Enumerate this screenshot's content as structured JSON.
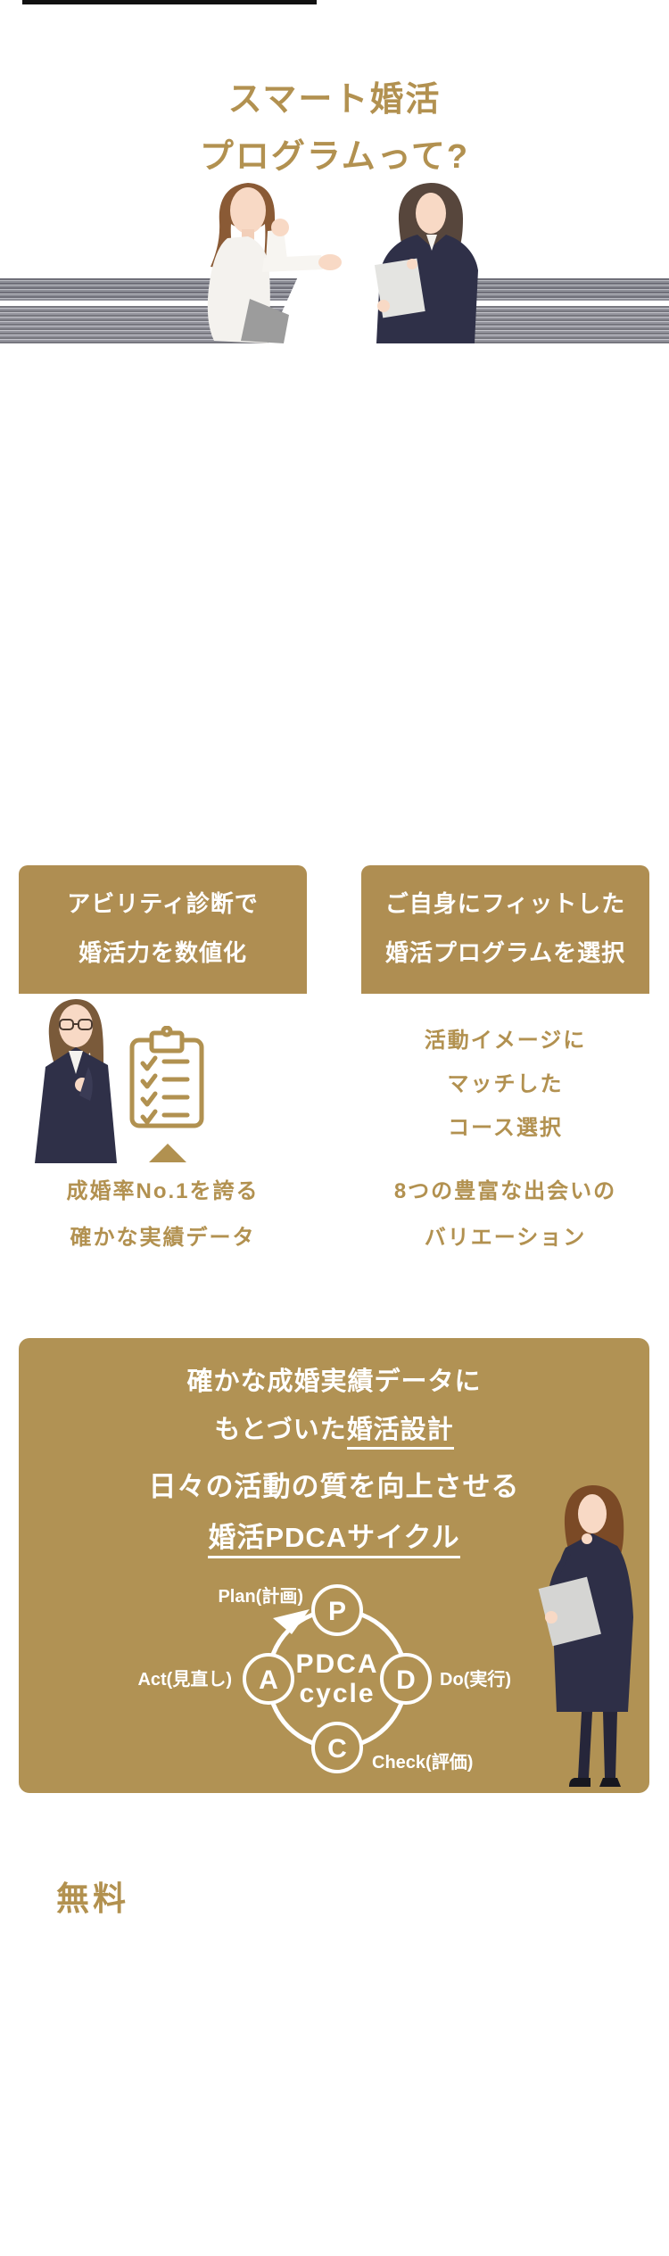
{
  "colors": {
    "accent_gold": "#b29150",
    "box_gold": "#af8e52",
    "panel_gold": "#b19254",
    "navy_suit": "#2f3048",
    "stripe_gray": "#8d8e97",
    "text_white": "#ffffff",
    "top_rule_black": "#111111"
  },
  "header": {
    "title_line1": "スマート婚活",
    "title_line2": "プログラムって?"
  },
  "features": {
    "left": {
      "heading_line1": "アビリティ診断で",
      "heading_line2": "婚活力を数値化",
      "caption_line1": "成婚率No.1を誇る",
      "caption_line2": "確かな実績データ"
    },
    "right": {
      "heading_line1": "ご自身にフィットした",
      "heading_line2": "婚活プログラムを選択",
      "body_line1": "活動イメージに",
      "body_line2": "マッチした",
      "body_line3": "コース選択",
      "caption_line1": "8つの豊富な出会いの",
      "caption_line2": "バリエーション"
    }
  },
  "pdca_panel": {
    "heading_line1": "確かな成婚実績データに",
    "heading_line2_prefix": "もとづいた",
    "heading_line2_underline": "婚活設計",
    "subheading_line1": "日々の活動の質を向上させる",
    "subheading_line2_underline": "婚活PDCAサイクル",
    "cycle_center_line1": "PDCA",
    "cycle_center_line2": "cycle",
    "nodes": [
      {
        "letter": "P",
        "label": "Plan(計画)"
      },
      {
        "letter": "D",
        "label": "Do(実行)"
      },
      {
        "letter": "C",
        "label": "Check(評価)"
      },
      {
        "letter": "A",
        "label": "Act(見直し)"
      }
    ]
  },
  "icons": {
    "clipboard_checklist": "clipboard-checklist-icon",
    "triangle_up": "triangle-up-icon"
  },
  "footer": {
    "price_label": "無料"
  }
}
